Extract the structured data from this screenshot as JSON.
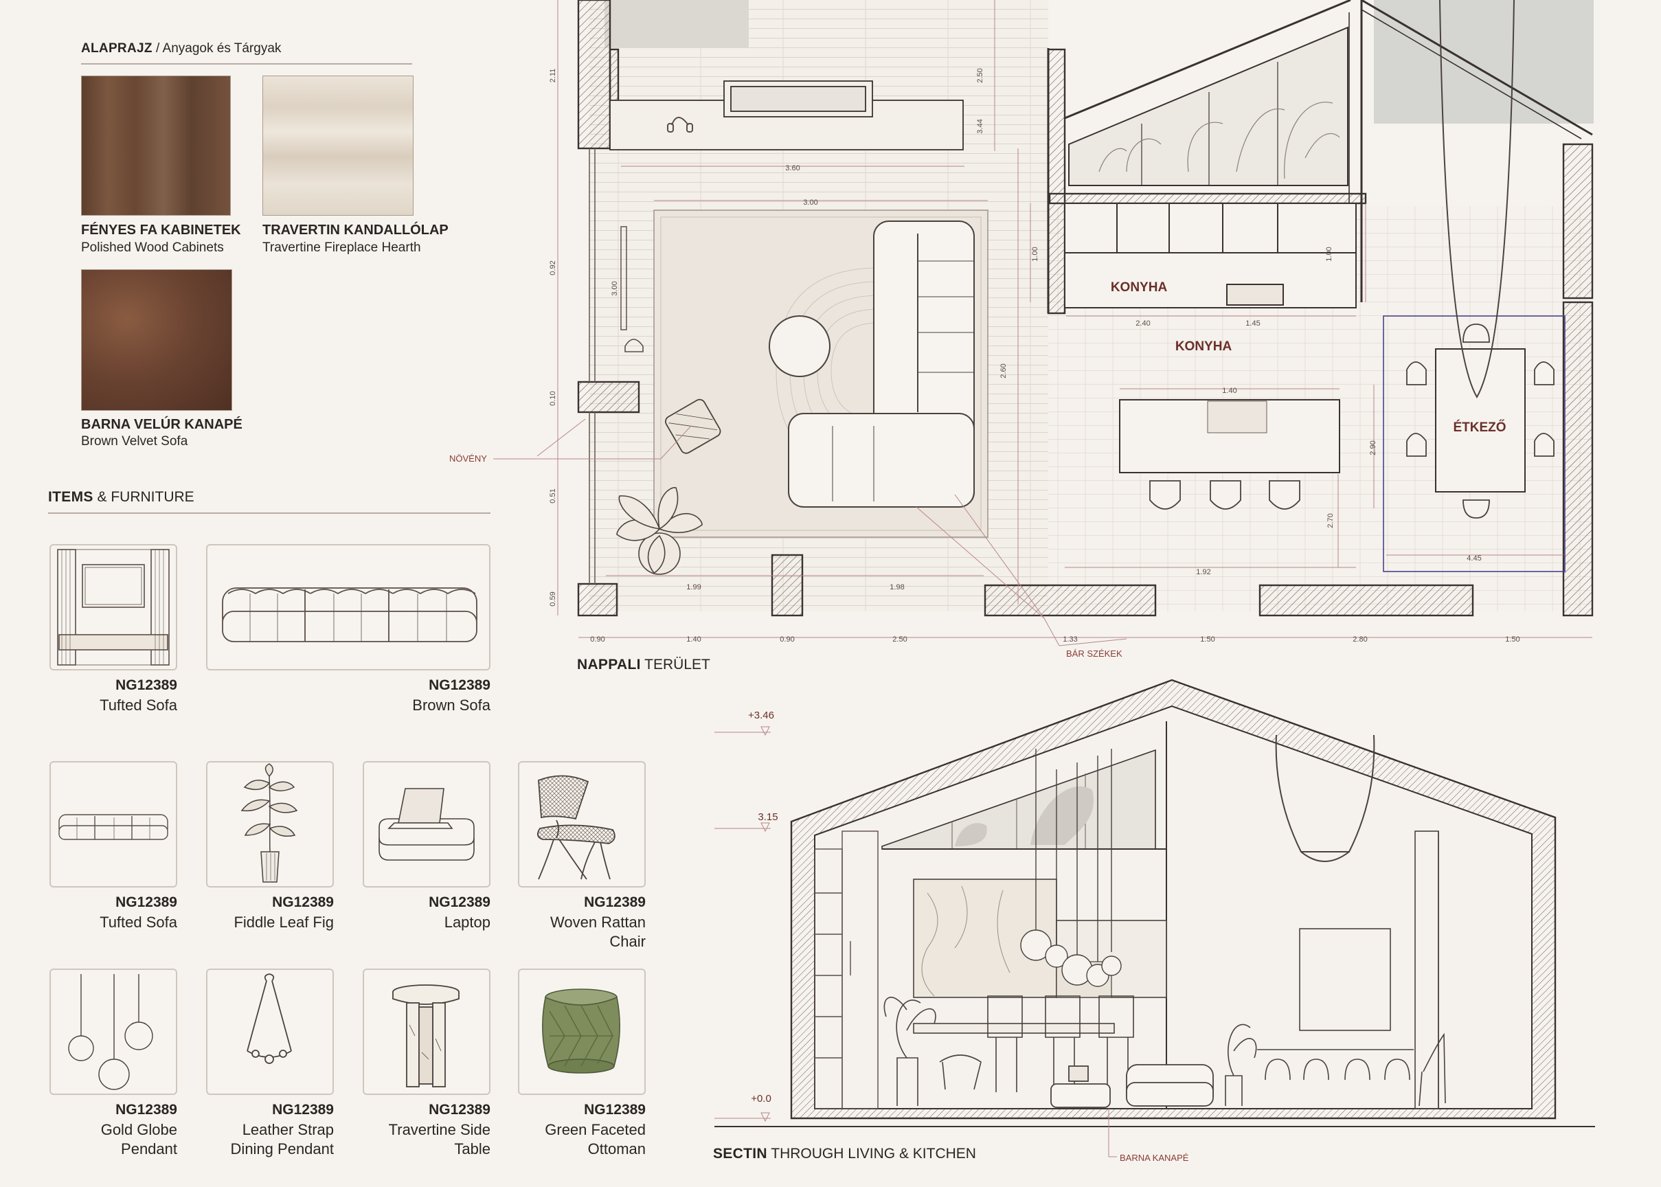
{
  "materials": {
    "heading_bold": "ALAPRAJZ",
    "heading_rest": " / Anyagok és Tárgyak",
    "items": [
      {
        "name": "FÉNYES FA KABINETEK",
        "sub": "Polished Wood Cabinets",
        "color": "#6b4a35"
      },
      {
        "name": "TRAVERTIN KANDALLÓLAP",
        "sub": "Travertine Fireplace Hearth",
        "color": "#e6ddd0"
      },
      {
        "name": "BARNA VELÚR KANAPÉ",
        "sub": "Brown Velvet Sofa",
        "color": "#6e4733"
      }
    ]
  },
  "furniture": {
    "heading_bold": "ITEMS",
    "heading_rest": " & FURNITURE",
    "items": [
      {
        "code": "NG12389",
        "name": "Tufted Sofa",
        "icon": "media-wall-icon"
      },
      {
        "code": "NG12389",
        "name": "Brown Sofa",
        "icon": "long-sofa-icon"
      },
      {
        "code": "NG12389",
        "name": "Tufted Sofa",
        "icon": "small-sofa-icon"
      },
      {
        "code": "NG12389",
        "name": "Fiddle Leaf Fig",
        "icon": "potted-plant-icon"
      },
      {
        "code": "NG12389",
        "name": "Laptop",
        "icon": "laptop-ottoman-icon"
      },
      {
        "code": "NG12389",
        "name": "Woven Rattan Chair",
        "icon": "rattan-chair-icon"
      },
      {
        "code": "NG12389",
        "name": "Gold Globe Pendant",
        "icon": "globe-pendant-icon"
      },
      {
        "code": "NG12389",
        "name": "Leather Strap Dining Pendant",
        "icon": "strap-pendant-icon"
      },
      {
        "code": "NG12389",
        "name": "Travertine Side Table",
        "icon": "side-table-icon"
      },
      {
        "code": "NG12389",
        "name": "Green Faceted Ottoman",
        "icon": "ottoman-icon"
      }
    ]
  },
  "plan": {
    "title_bold": "NAPPALI",
    "title_rest": " TERÜLET",
    "labels": {
      "kitchen_top": "KONYHA",
      "kitchen_main": "KONYHA",
      "dining": "ÉTKEZŐ",
      "plant": "NÖVÉNY",
      "bar_stools": "BÁR SZÉKEK"
    },
    "dims_bottom": [
      "0.90",
      "1.40",
      "0.90",
      "2.50",
      "1.33",
      "1.50",
      "2.80",
      "1.50"
    ],
    "dims_inner": {
      "top_a": "3.60",
      "top_b": "3.00",
      "rug_h": "1.99",
      "rug_w": "1.98",
      "k_a": "2.40",
      "k_b": "1.45",
      "island": "1.40",
      "island_b": "1.92",
      "dining_w": "4.45",
      "v_left_a": "2.11",
      "v_left_b": "0.92",
      "v_left_c": "0.10",
      "v_left_d": "0.51",
      "v_left_e": "0.59",
      "v_mid_a": "2.50",
      "v_mid_b": "3.44",
      "v_mid_c": "3.00",
      "v_mid_d": "2.60",
      "v_k_a": "1.00",
      "v_k_b": "1.00",
      "v_k_c": "2.70",
      "v_dining": "2.90"
    }
  },
  "section": {
    "title_bold": "SECTIN",
    "title_rest": " THROUGH LIVING & KITCHEN",
    "levels": [
      "+3.46",
      "3.15",
      "+0.0"
    ],
    "callout": "BARNA KANAPÉ"
  }
}
